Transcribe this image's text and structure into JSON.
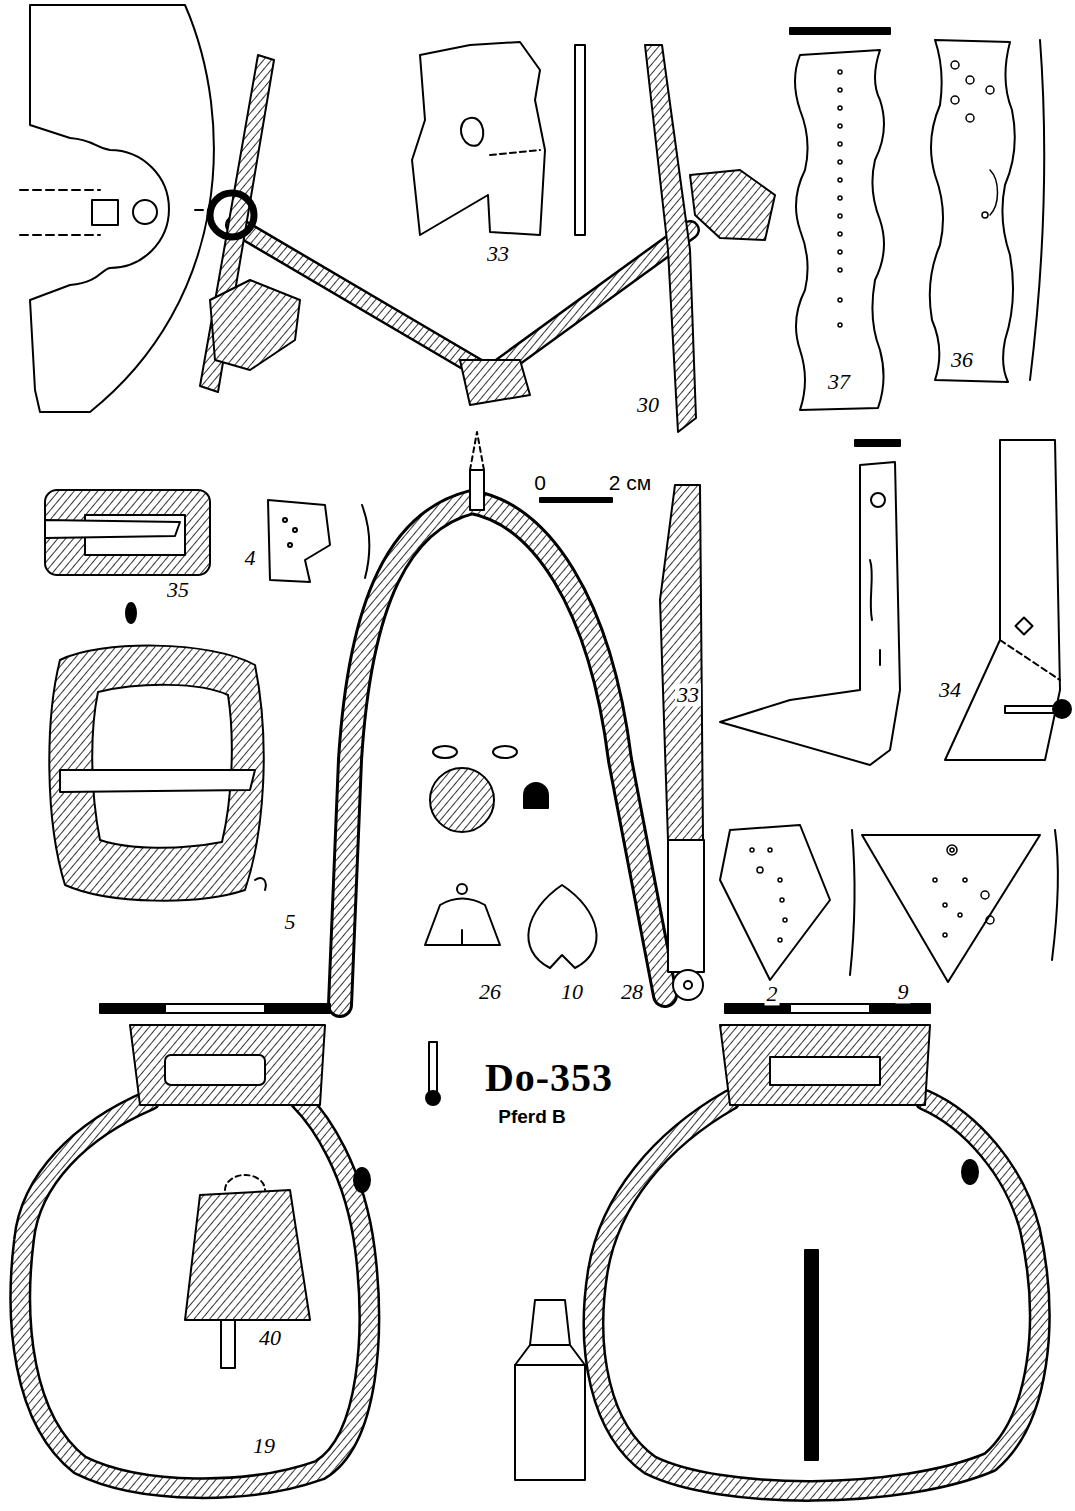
{
  "diagram": {
    "labels": [
      "33",
      "37",
      "36",
      "30",
      "0",
      "2 см",
      "35",
      "4",
      "5",
      "28",
      "26",
      "10",
      "33",
      "34",
      "2",
      "9",
      "Do-353",
      "Pferd B",
      "40",
      "19"
    ]
  }
}
